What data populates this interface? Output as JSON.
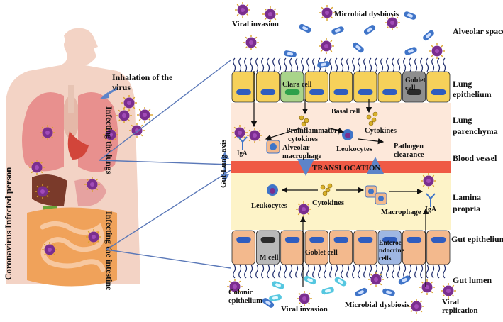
{
  "labels": {
    "viral_invasion_top": "Viral invasion",
    "microbial_dysbiosis_top": "Microbial dysbiosis",
    "alveolar_space": "Alveolar space",
    "lung_epithelium_1": "Lung",
    "lung_epithelium_2": "epithelium",
    "lung_parenchyma_1": "Lung",
    "lung_parenchyma_2": "parenchyma",
    "blood_vessel": "Blood vessel",
    "lamina_propria_1": "Lamina",
    "lamina_propria_2": "propria",
    "gut_epithelium": "Gut epithelium",
    "gut_lumen": "Gut lumen",
    "inhalation_1": "Inhalation of the",
    "inhalation_2": "virus",
    "infecting_lungs": "Infecting the lungs",
    "infecting_intestine": "Infecting the intestine",
    "infected_person": "Coronavirus Infected person",
    "gut_lung_axis": "Gut-Lung axis",
    "clara_cell": "Clara cell",
    "goblet_cell_1": "Goblet",
    "goblet_cell_2": "cell",
    "basal_cell": "Basal cell",
    "proinflammatory_1": "Proinflammatory",
    "proinflammatory_2": "cytokines",
    "cytokines_lung": "Cytokines",
    "iga_lung": "IgA",
    "alveolar_macrophage_1": "Alveolar",
    "alveolar_macrophage_2": "macrophage",
    "leukocytes_lung": "Leukocytes",
    "pathogen_clearance_1": "Pathogen",
    "pathogen_clearance_2": "clearance",
    "translocation": "TRANSLOCATION",
    "leukocytes_gut": "Leukocytes",
    "cytokines_gut": "Cytokines",
    "macrophage": "Macrophage",
    "iga_gut": "IgA",
    "m_cell": "M cell",
    "goblet_cell_gut": "Goblet cell",
    "enteroendocrine_1": "Enteroe",
    "enteroendocrine_2": "ndocrine",
    "enteroendocrine_3": "cells",
    "colonic_epithelium_1": "Colonic",
    "colonic_epithelium_2": "epithelium",
    "viral_invasion_bottom": "Viral invasion",
    "microbial_dysbiosis_bottom": "Microbial dysbiosis",
    "viral_replication_1": "Viral",
    "viral_replication_2": "replication"
  },
  "colors": {
    "lung_cell": "#f6d15a",
    "clara_cell": "#a9d48a",
    "goblet_cell": "#8e8e8e",
    "nucleus": "#2f5dbf",
    "parenchyma": "#fde8da",
    "blood_vessel": "#ef5a45",
    "lamina": "#fdf3c8",
    "gut_cell": "#f3b98d",
    "m_cell": "#b9b9b9",
    "enteroendocrine": "#9fb7e3",
    "virus": "#7a2e8e",
    "virus_spike": "#d9a12a",
    "bacteria": "#3f74c8",
    "bacteria_light": "#55c7e0",
    "connector_line": "#5a78b8",
    "arrow_blue": "#5d84c9"
  },
  "icons": [
    "virus-icon",
    "bacteria-icon",
    "arrow-icon",
    "human-body-icon",
    "lungs-icon",
    "intestine-icon"
  ]
}
